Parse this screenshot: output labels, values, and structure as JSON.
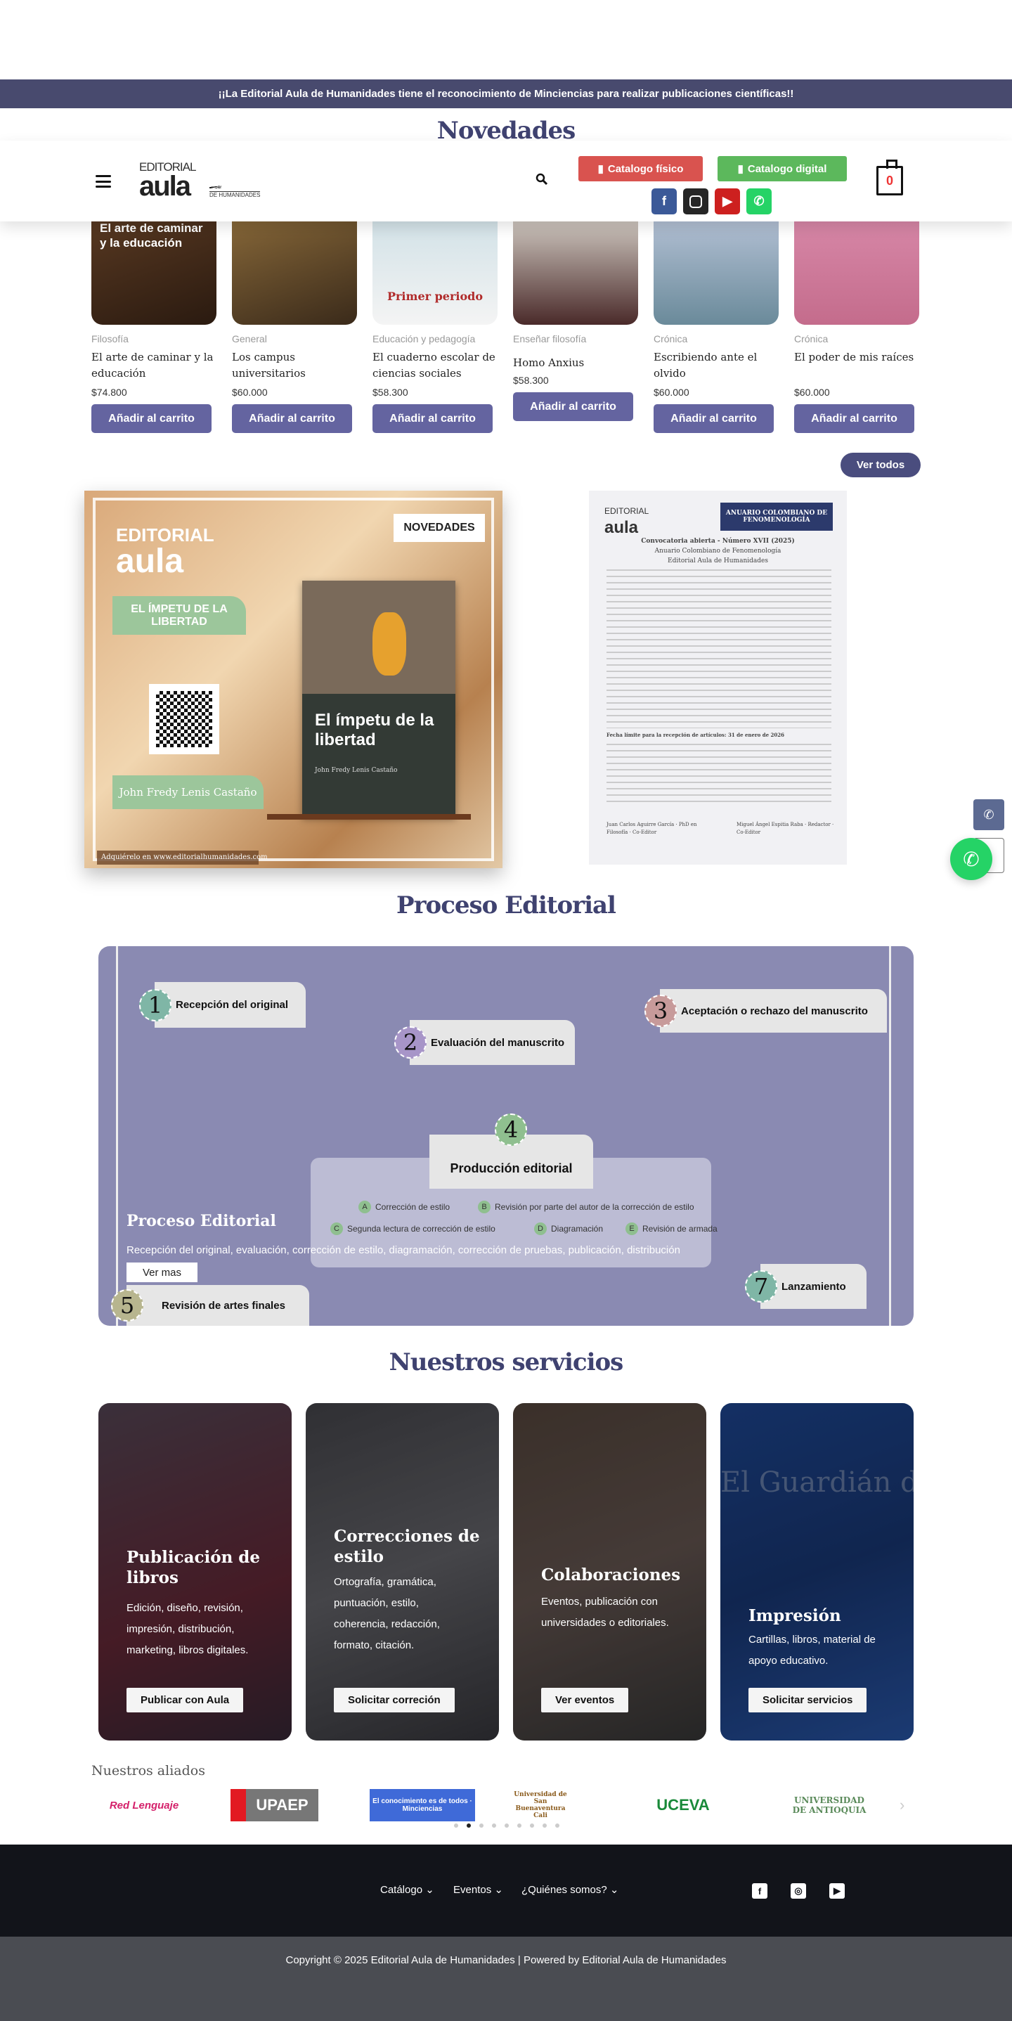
{
  "announcement": "¡¡La Editorial Aula de Humanidades tiene el reconocimiento de Minciencias para realizar publicaciones científicas!!",
  "header": {
    "logo": {
      "line1": "EDITORIAL",
      "line2": "aula",
      "line3": "DE HUMANIDADES"
    },
    "catalogo_fisico": "Catalogo físico",
    "catalogo_digital": "Catalogo digital",
    "cart_count": "0",
    "social": [
      "facebook-icon",
      "instagram-icon",
      "youtube-icon",
      "whatsapp-icon"
    ],
    "colors": {
      "fisico": "#d9534f",
      "digital": "#5cb85c"
    }
  },
  "novedades": {
    "title": "Novedades",
    "products": [
      {
        "category": "Filosofía",
        "title": "El arte de caminar y la educación",
        "price": "$74.800",
        "button": "Añadir al carrito",
        "cover_text": "El arte de caminar y la educación"
      },
      {
        "category": "General",
        "title": "Los campus universitarios",
        "price": "$60.000",
        "button": "Añadir al carrito"
      },
      {
        "category": "Educación y pedagogía",
        "title": "El cuaderno escolar de ciencias sociales",
        "price": "$58.300",
        "button": "Añadir al carrito",
        "cover_text": "Primer periodo"
      },
      {
        "category": "Enseñar filosofía",
        "title": "Homo Anxius",
        "price": "$58.300",
        "button": "Añadir al carrito"
      },
      {
        "category": "Crónica",
        "title": "Escribiendo ante el olvido",
        "price": "$60.000",
        "button": "Añadir al carrito"
      },
      {
        "category": "Crónica",
        "title": "El poder de mis raíces",
        "price": "$60.000",
        "button": "Añadir al carrito"
      }
    ],
    "ver_todos": "Ver todos"
  },
  "banner_left": {
    "tag": "NOVEDADES",
    "book_label": "EL ÍMPETU DE LA LIBERTAD",
    "book_title": "El ímpetu de la libertad",
    "author": "John Fredy Lenis Castaño",
    "footer": "Adquiérelo en www.editorialhumanidades.com"
  },
  "banner_right": {
    "journal": "ANUARIO COLOMBIANO DE FENOMENOLOGÍA",
    "heading": "Convocatoria abierta - Número XVII (2025)",
    "sub1": "Anuario Colombiano de Fenomenología",
    "sub2": "Editorial Aula de Humanidades",
    "deadline": "Fecha límite para la recepción de artículos: 31 de enero de 2026",
    "editor1": "Juan Carlos Aguirre García · PhD en Filosofía · Co-Editor",
    "editor2": "Miguel Ángel Espitia Raba · Redactor · Co-Editor"
  },
  "proceso": {
    "title": "Proceso Editorial",
    "steps": [
      {
        "n": "1",
        "label": "Recepción del original"
      },
      {
        "n": "2",
        "label": "Evaluación del manuscrito"
      },
      {
        "n": "3",
        "label": "Aceptación o rechazo del manuscrito"
      },
      {
        "n": "4",
        "label": "Producción editorial"
      },
      {
        "n": "5",
        "label": "Revisión de artes finales"
      },
      {
        "n": "7",
        "label": "Lanzamiento"
      }
    ],
    "substeps": [
      {
        "k": "A",
        "label": "Corrección de estilo"
      },
      {
        "k": "B",
        "label": "Revisión por parte del autor de la corrección de estilo"
      },
      {
        "k": "C",
        "label": "Segunda lectura de corrección de estilo"
      },
      {
        "k": "D",
        "label": "Diagramación"
      },
      {
        "k": "E",
        "label": "Revisión de armada"
      }
    ],
    "overlay_title": "Proceso Editorial",
    "overlay_text": "Recepción del original, evaluación, corrección de estilo, diagramación, corrección de pruebas, publicación, distribución",
    "ver_mas": "Ver mas",
    "color": "#8a8ab2"
  },
  "servicios": {
    "title": "Nuestros servicios",
    "cards": [
      {
        "title": "Publicación de libros",
        "desc": "Edición, diseño, revisión, impresión, distribución, marketing, libros digitales.",
        "button": "Publicar con Aula"
      },
      {
        "title": "Correcciones de estilo",
        "desc": "Ortografía, gramática, puntuación, estilo, coherencia, redacción, formato, citación.",
        "button": "Solicitar correción"
      },
      {
        "title": "Colaboraciones",
        "desc": "Eventos, publicación con universidades o editoriales.",
        "button": "Ver eventos"
      },
      {
        "title": "Impresión",
        "desc": "Cartillas, libros, material de apoyo educativo.",
        "button": "Solicitar servicios",
        "bg_text": "El Guardián del"
      }
    ]
  },
  "aliados": {
    "title": "Nuestros aliados",
    "logos": [
      "Red Lenguaje",
      "UPAEP",
      "El conocimiento es de todos · Minciencias",
      "Universidad de San Buenaventura Cali",
      "UCEVA",
      "UNIVERSIDAD DE ANTIOQUIA"
    ],
    "active_page": 2,
    "pages": 9
  },
  "footer": {
    "nav": [
      "Catálogo",
      "Eventos",
      "¿Quiénes somos?"
    ],
    "social": [
      "facebook-icon",
      "instagram-icon",
      "youtube-icon"
    ],
    "copyright": "Copyright © 2025 Editorial Aula de Humanidades | Powered by Editorial Aula de Humanidades"
  }
}
